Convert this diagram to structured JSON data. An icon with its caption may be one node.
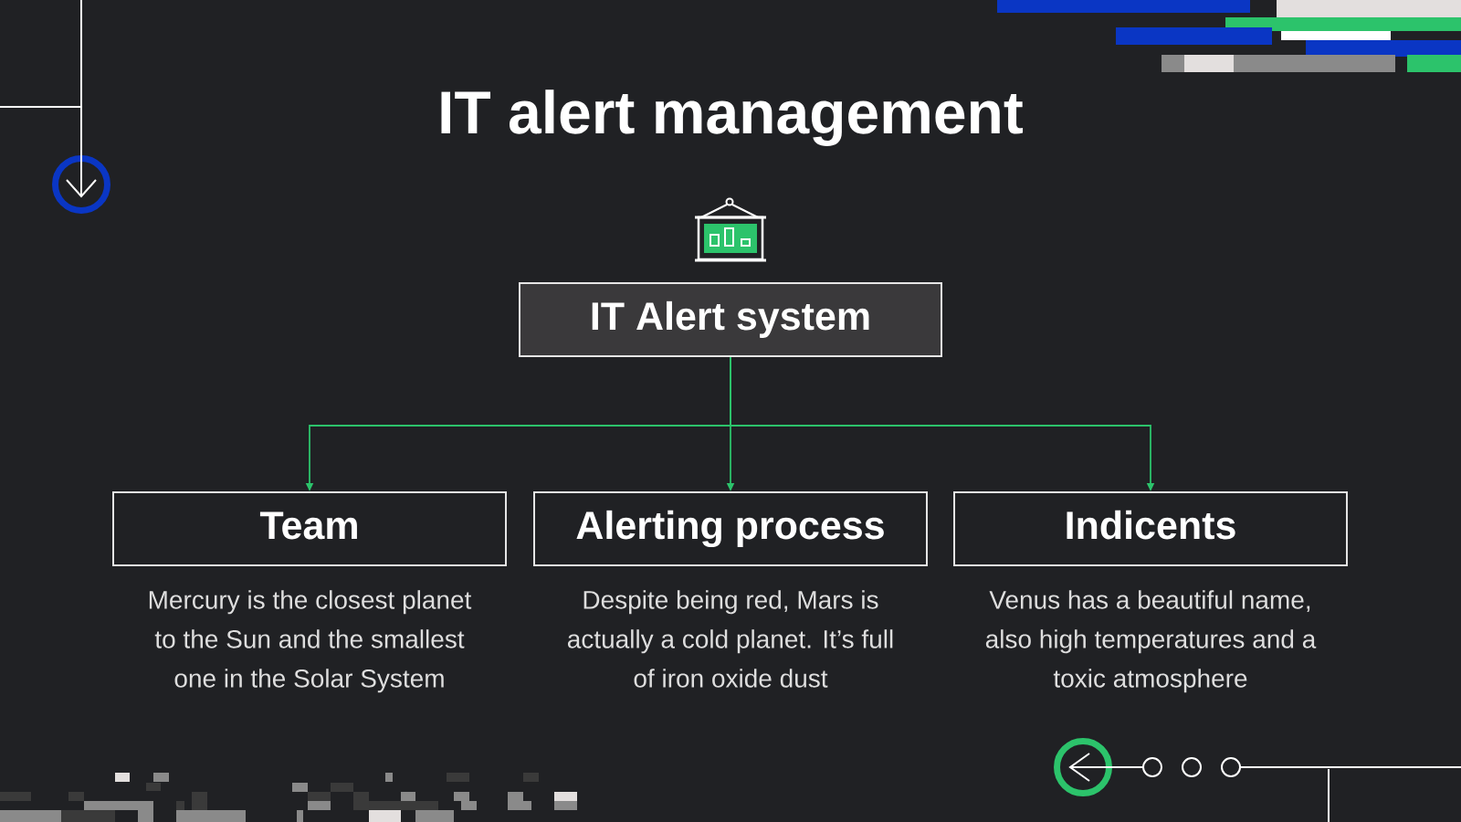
{
  "diagram": {
    "title": "IT alert management",
    "nodes": [
      {
        "text": [
          "IT Alert system"
        ]
      },
      {
        "text": [
          "Team"
        ],
        "beside": [
          "Mercury is the closest planet to the Sun and the smallest one in the Solar System"
        ]
      },
      {
        "text": [
          "Alerting process"
        ],
        "beside": [
          "Despite being red, Mars is actually a cold planet. It’s full of iron oxide dust"
        ]
      },
      {
        "text": [
          "Indicents"
        ],
        "beside": [
          "Venus has a beautiful name, also high temperatures and a toxic atmosphere"
        ]
      }
    ],
    "edges": [
      {
        "from": 0,
        "to": 1,
        "arrow": "to"
      },
      {
        "from": 0,
        "to": 2,
        "arrow": "to"
      },
      {
        "from": 0,
        "to": 3,
        "arrow": "to"
      }
    ]
  }
}
